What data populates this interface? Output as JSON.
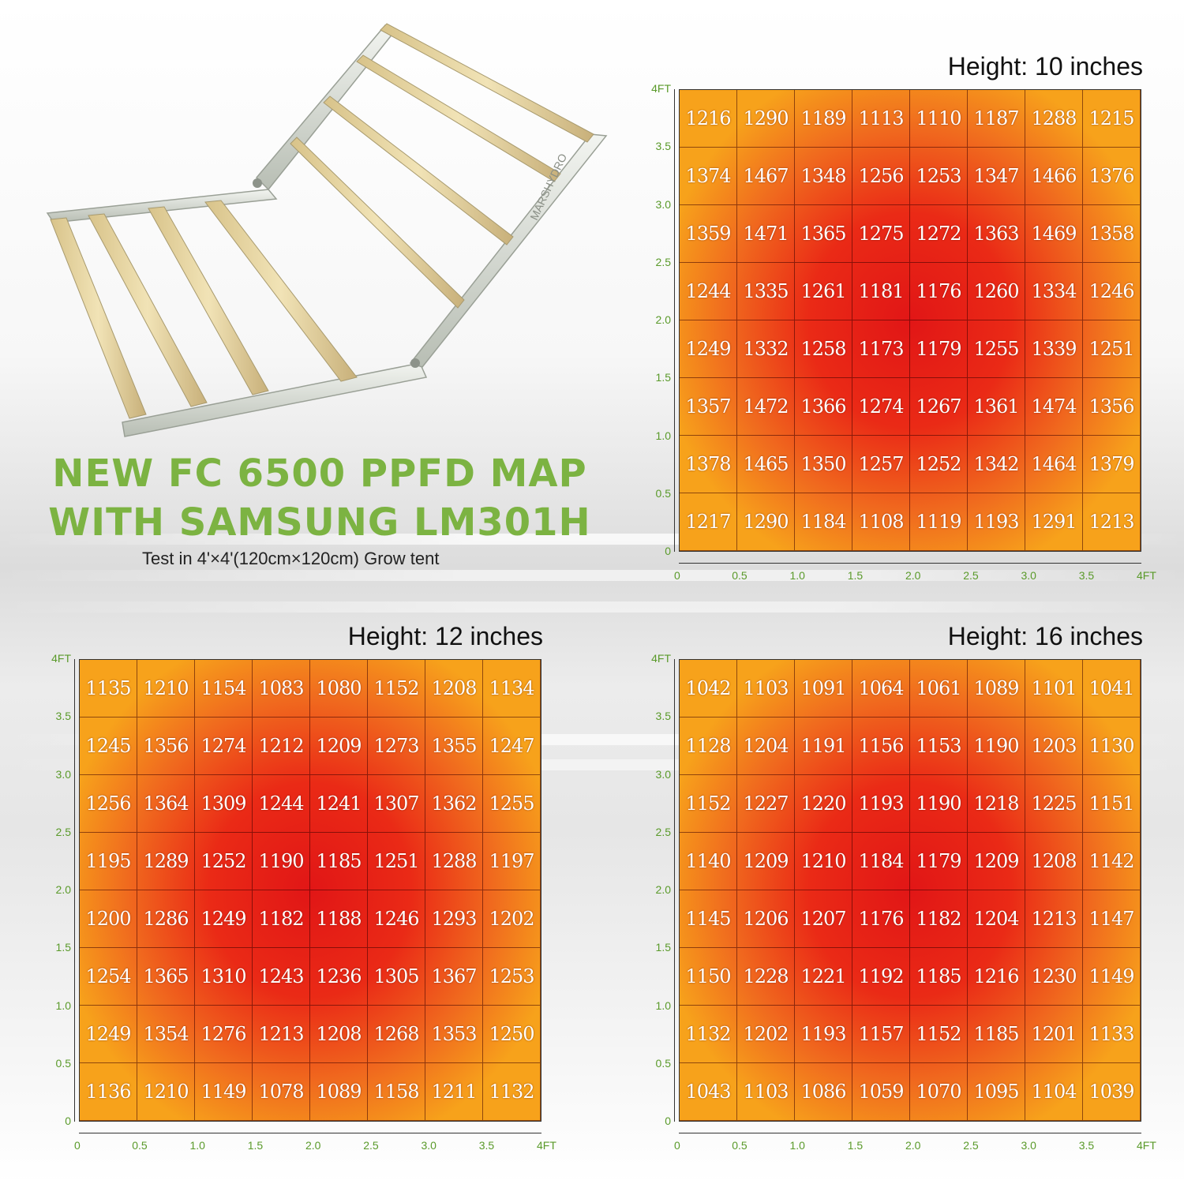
{
  "headline": {
    "line1": "NEW FC 6500 PPFD MAP",
    "line2": "WITH SAMSUNG LM301H",
    "subtitle": "Test in 4'×4'(120cm×120cm) Grow tent"
  },
  "fixture": {
    "brand": "MARSHYDRO"
  },
  "colors": {
    "headline": "#7cb342",
    "axis_text": "#5a9a2a",
    "heat_low": "#f7a21b",
    "heat_mid": "#f06a1e",
    "heat_high": "#e11616"
  },
  "axes": {
    "x_ticks": [
      "0",
      "0.5",
      "1.0",
      "1.5",
      "2.0",
      "2.5",
      "3.0",
      "3.5",
      "4FT"
    ],
    "y_ticks": [
      "4FT",
      "3.5",
      "3.0",
      "2.5",
      "2.0",
      "1.5",
      "1.0",
      "0.5",
      "0"
    ]
  },
  "chart_data": [
    {
      "type": "heatmap",
      "title": "Height: 10 inches",
      "xlim": [
        0,
        4
      ],
      "ylim": [
        0,
        4
      ],
      "values": [
        [
          1216,
          1290,
          1189,
          1113,
          1110,
          1187,
          1288,
          1215
        ],
        [
          1374,
          1467,
          1348,
          1256,
          1253,
          1347,
          1466,
          1376
        ],
        [
          1359,
          1471,
          1365,
          1275,
          1272,
          1363,
          1469,
          1358
        ],
        [
          1244,
          1335,
          1261,
          1181,
          1176,
          1260,
          1334,
          1246
        ],
        [
          1249,
          1332,
          1258,
          1173,
          1179,
          1255,
          1339,
          1251
        ],
        [
          1357,
          1472,
          1366,
          1274,
          1267,
          1361,
          1474,
          1356
        ],
        [
          1378,
          1465,
          1350,
          1257,
          1252,
          1342,
          1464,
          1379
        ],
        [
          1217,
          1290,
          1184,
          1108,
          1119,
          1193,
          1291,
          1213
        ]
      ]
    },
    {
      "type": "heatmap",
      "title": "Height: 12 inches",
      "xlim": [
        0,
        4
      ],
      "ylim": [
        0,
        4
      ],
      "values": [
        [
          1135,
          1210,
          1154,
          1083,
          1080,
          1152,
          1208,
          1134
        ],
        [
          1245,
          1356,
          1274,
          1212,
          1209,
          1273,
          1355,
          1247
        ],
        [
          1256,
          1364,
          1309,
          1244,
          1241,
          1307,
          1362,
          1255
        ],
        [
          1195,
          1289,
          1252,
          1190,
          1185,
          1251,
          1288,
          1197
        ],
        [
          1200,
          1286,
          1249,
          1182,
          1188,
          1246,
          1293,
          1202
        ],
        [
          1254,
          1365,
          1310,
          1243,
          1236,
          1305,
          1367,
          1253
        ],
        [
          1249,
          1354,
          1276,
          1213,
          1208,
          1268,
          1353,
          1250
        ],
        [
          1136,
          1210,
          1149,
          1078,
          1089,
          1158,
          1211,
          1132
        ]
      ]
    },
    {
      "type": "heatmap",
      "title": "Height: 16 inches",
      "xlim": [
        0,
        4
      ],
      "ylim": [
        0,
        4
      ],
      "values": [
        [
          1042,
          1103,
          1091,
          1064,
          1061,
          1089,
          1101,
          1041
        ],
        [
          1128,
          1204,
          1191,
          1156,
          1153,
          1190,
          1203,
          1130
        ],
        [
          1152,
          1227,
          1220,
          1193,
          1190,
          1218,
          1225,
          1151
        ],
        [
          1140,
          1209,
          1210,
          1184,
          1179,
          1209,
          1208,
          1142
        ],
        [
          1145,
          1206,
          1207,
          1176,
          1182,
          1204,
          1213,
          1147
        ],
        [
          1150,
          1228,
          1221,
          1192,
          1185,
          1216,
          1230,
          1149
        ],
        [
          1132,
          1202,
          1193,
          1157,
          1152,
          1185,
          1201,
          1133
        ],
        [
          1043,
          1103,
          1086,
          1059,
          1070,
          1095,
          1104,
          1039
        ]
      ]
    }
  ]
}
